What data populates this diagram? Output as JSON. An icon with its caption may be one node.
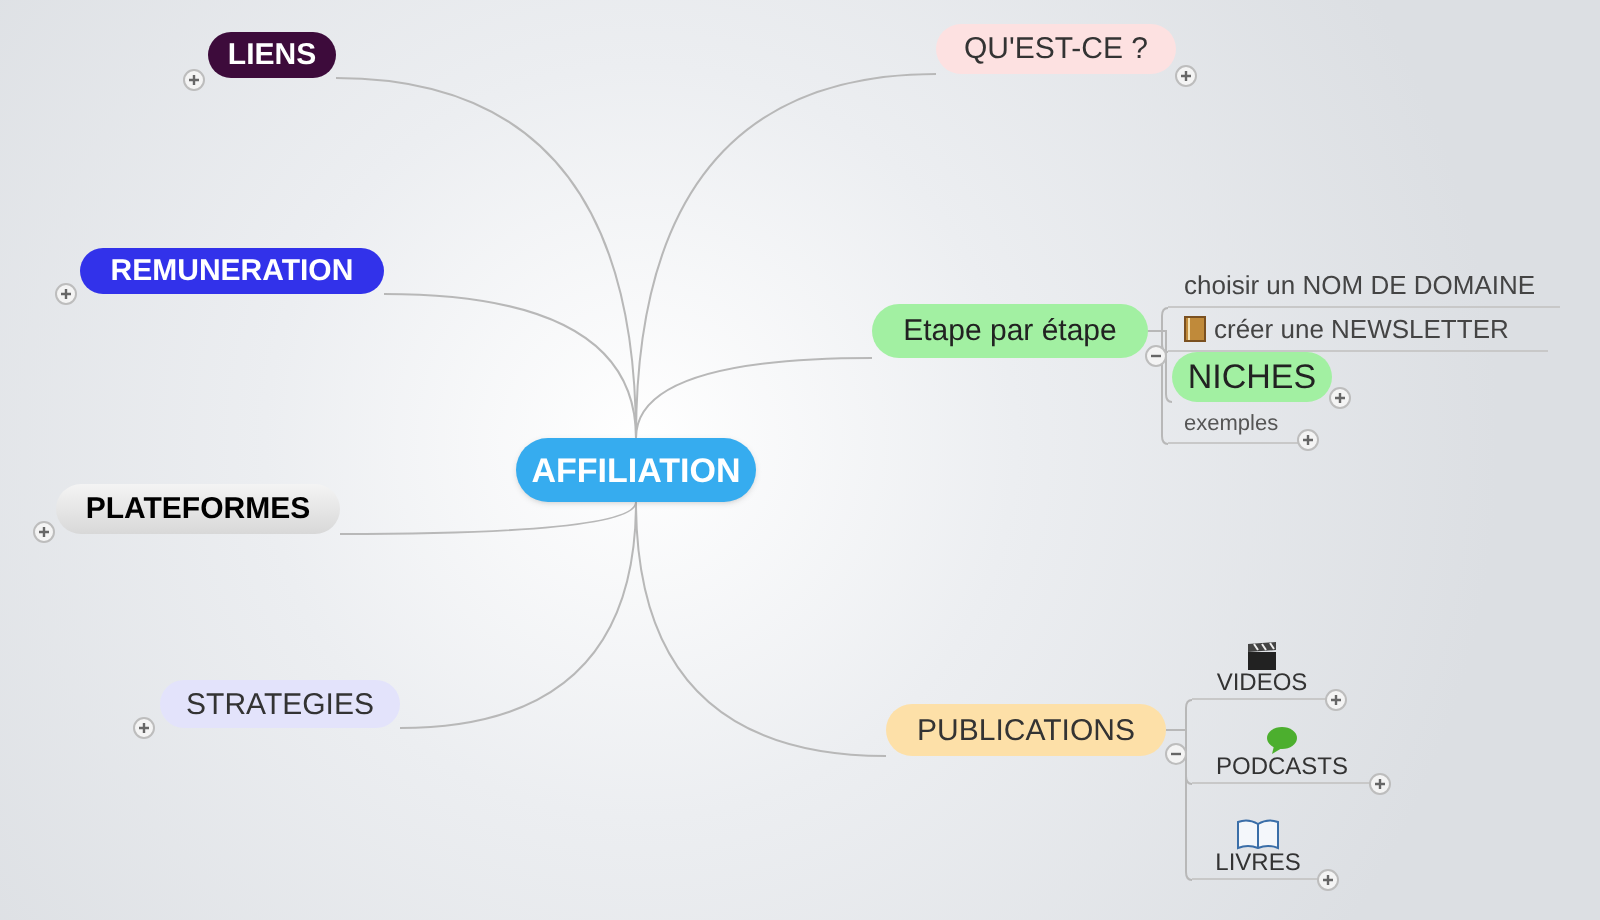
{
  "diagram": {
    "nodes": [
      {
        "text": [
          "AFFILIATION"
        ]
      },
      {
        "text": [
          "LIENS"
        ]
      },
      {
        "text": [
          "QU'EST-CE ?"
        ]
      },
      {
        "text": [
          "REMUNERATION"
        ]
      },
      {
        "text": [
          "Etape par étape"
        ]
      },
      {
        "text": [
          "choisir un NOM DE DOMAINE"
        ]
      },
      {
        "text": [
          "créer une NEWSLETTER"
        ]
      },
      {
        "text": [
          "NICHES"
        ]
      },
      {
        "text": [
          "exemples"
        ]
      },
      {
        "text": [
          "PLATEFORMES"
        ]
      },
      {
        "text": [
          "STRATEGIES"
        ]
      },
      {
        "text": [
          "PUBLICATIONS"
        ]
      },
      {
        "text": [
          "VIDEOS"
        ]
      },
      {
        "text": [
          "PODCASTS"
        ]
      },
      {
        "text": [
          "LIVRES"
        ]
      }
    ],
    "edges": [
      {
        "from": 0,
        "to": 1,
        "arrow": "none"
      },
      {
        "from": 0,
        "to": 2,
        "arrow": "none"
      },
      {
        "from": 0,
        "to": 3,
        "arrow": "none"
      },
      {
        "from": 0,
        "to": 4,
        "arrow": "none"
      },
      {
        "from": 4,
        "to": 5,
        "arrow": "none"
      },
      {
        "from": 4,
        "to": 6,
        "arrow": "none"
      },
      {
        "from": 4,
        "to": 7,
        "arrow": "none"
      },
      {
        "from": 4,
        "to": 8,
        "arrow": "none"
      },
      {
        "from": 0,
        "to": 9,
        "arrow": "none"
      },
      {
        "from": 0,
        "to": 10,
        "arrow": "none"
      },
      {
        "from": 0,
        "to": 11,
        "arrow": "none"
      },
      {
        "from": 11,
        "to": 12,
        "arrow": "none"
      },
      {
        "from": 11,
        "to": 13,
        "arrow": "none"
      },
      {
        "from": 11,
        "to": 14,
        "arrow": "none"
      }
    ]
  }
}
